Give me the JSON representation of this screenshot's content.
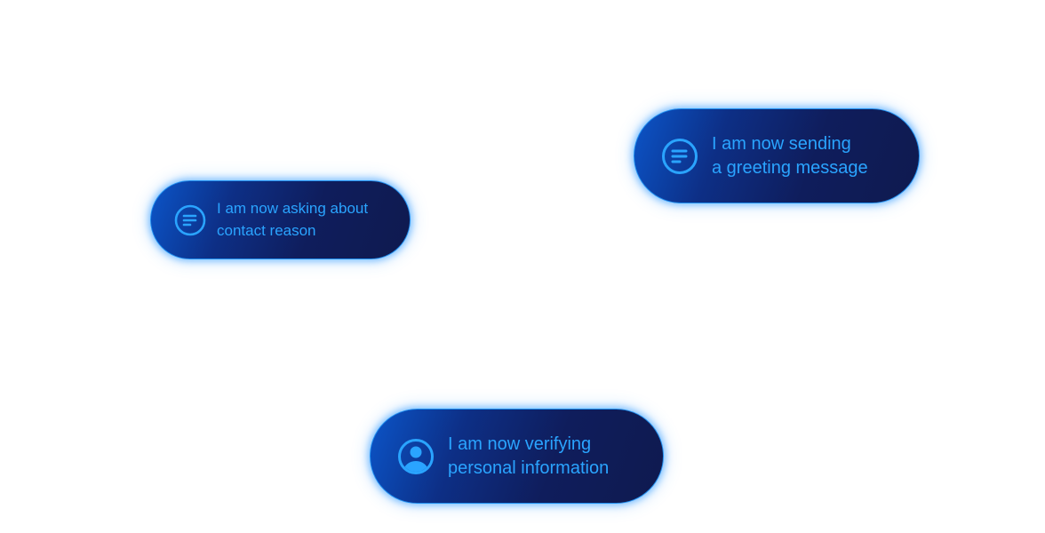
{
  "colors": {
    "background": "#ffffff",
    "pill_gradient_start": "#0b55c9",
    "pill_gradient_end": "#0f1a4f",
    "accent": "#2aa4ff",
    "border_glow": "#1f8ff0"
  },
  "status_pills": [
    {
      "icon": "message-lines-icon",
      "line1": "I am now asking about",
      "line2": "contact reason"
    },
    {
      "icon": "message-lines-icon",
      "line1": "I am now sending",
      "line2": "a greeting message"
    },
    {
      "icon": "user-circle-icon",
      "line1": "I am now verifying",
      "line2": "personal information"
    }
  ]
}
